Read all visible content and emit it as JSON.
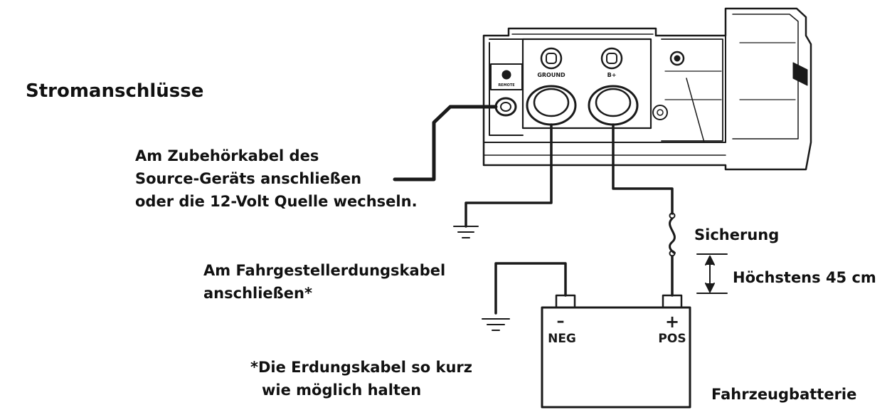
{
  "title": "Stromanschlüsse",
  "amp_labels": {
    "remote": "REMOTE",
    "ground": "GROUND",
    "bplus": "B+"
  },
  "accessory_note": [
    "Am Zubehörkabel des",
    "Source-Geräts anschließen",
    "oder die 12-Volt Quelle wechseln."
  ],
  "chassis_note": [
    "Am Fahrgestellerdungskabel",
    "anschließen*"
  ],
  "fuse_label": "Sicherung",
  "distance_label": "Höchstens 45 cm",
  "battery": {
    "neg_symbol": "–",
    "neg_label": "NEG",
    "pos_symbol": "+",
    "pos_label": "POS",
    "caption": "Fahrzeugbatterie"
  },
  "footnote": [
    "*Die Erdungskabel so kurz",
    "wie möglich halten"
  ],
  "colors": {
    "line": "#1a1a1a",
    "background": "#ffffff"
  }
}
